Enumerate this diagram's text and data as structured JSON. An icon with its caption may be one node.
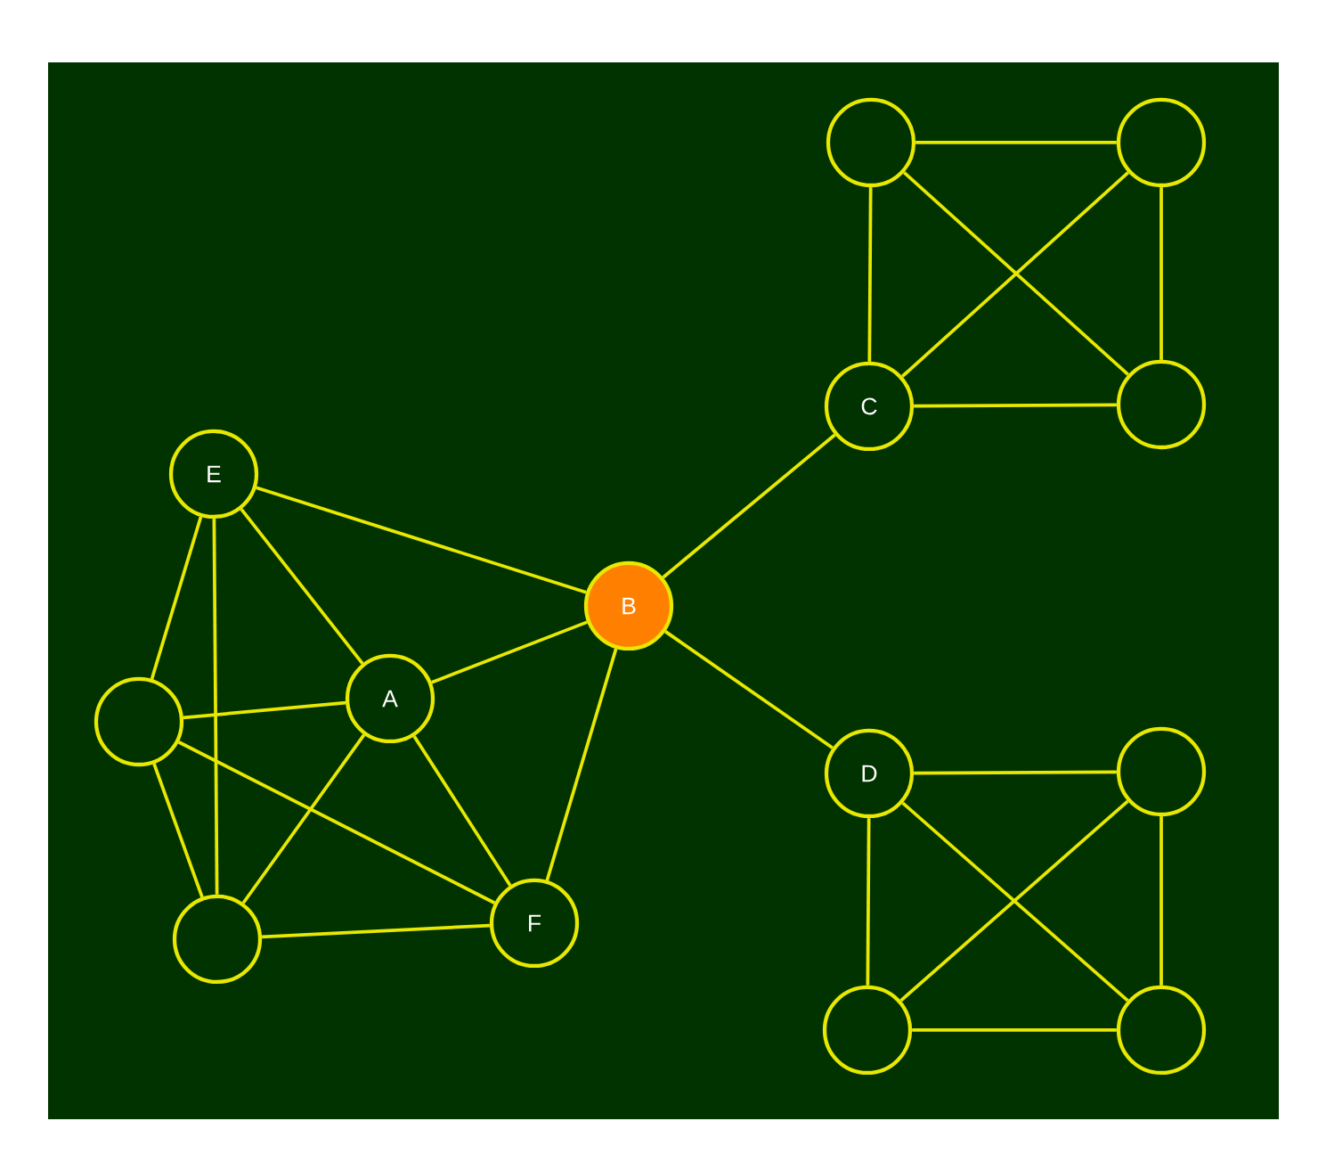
{
  "diagram": {
    "nodes": [
      {
        "text": [],
        "shape": "circle"
      },
      {
        "text": [],
        "shape": "circle"
      },
      {
        "text": [
          "C"
        ]
      },
      {
        "text": [],
        "shape": "circle"
      },
      {
        "text": [
          "E"
        ]
      },
      {
        "text": [
          "B"
        ]
      },
      {
        "text": [
          "A"
        ]
      },
      {
        "text": [],
        "shape": "circle"
      },
      {
        "text": [
          "D"
        ]
      },
      {
        "text": [],
        "shape": "circle"
      },
      {
        "text": [
          "F"
        ]
      },
      {
        "text": [],
        "shape": "circle"
      },
      {
        "text": [],
        "shape": "circle"
      },
      {
        "text": [],
        "shape": "circle"
      }
    ],
    "edges": [
      {
        "from": 0,
        "to": 1,
        "arrow": "none"
      },
      {
        "from": 0,
        "to": 2,
        "arrow": "none"
      },
      {
        "from": 0,
        "to": 3,
        "arrow": "none"
      },
      {
        "from": 1,
        "to": 2,
        "arrow": "none"
      },
      {
        "from": 1,
        "to": 3,
        "arrow": "none"
      },
      {
        "from": 2,
        "to": 3,
        "arrow": "none"
      },
      {
        "from": 5,
        "to": 2,
        "arrow": "none"
      },
      {
        "from": 5,
        "to": 8,
        "arrow": "none"
      },
      {
        "from": 4,
        "to": 5,
        "arrow": "none"
      },
      {
        "from": 4,
        "to": 6,
        "arrow": "none"
      },
      {
        "from": 4,
        "to": 7,
        "arrow": "none"
      },
      {
        "from": 4,
        "to": 11,
        "arrow": "none"
      },
      {
        "from": 7,
        "to": 6,
        "arrow": "none"
      },
      {
        "from": 7,
        "to": 11,
        "arrow": "none"
      },
      {
        "from": 7,
        "to": 10,
        "arrow": "none"
      },
      {
        "from": 6,
        "to": 5,
        "arrow": "none"
      },
      {
        "from": 6,
        "to": 10,
        "arrow": "none"
      },
      {
        "from": 6,
        "to": 11,
        "arrow": "none"
      },
      {
        "from": 11,
        "to": 10,
        "arrow": "none"
      },
      {
        "from": 5,
        "to": 10,
        "arrow": "none"
      },
      {
        "from": 8,
        "to": 9,
        "arrow": "none"
      },
      {
        "from": 8,
        "to": 12,
        "arrow": "none"
      },
      {
        "from": 8,
        "to": 13,
        "arrow": "none"
      },
      {
        "from": 9,
        "to": 12,
        "arrow": "none"
      },
      {
        "from": 9,
        "to": 13,
        "arrow": "none"
      },
      {
        "from": 12,
        "to": 13,
        "arrow": "none"
      }
    ]
  }
}
